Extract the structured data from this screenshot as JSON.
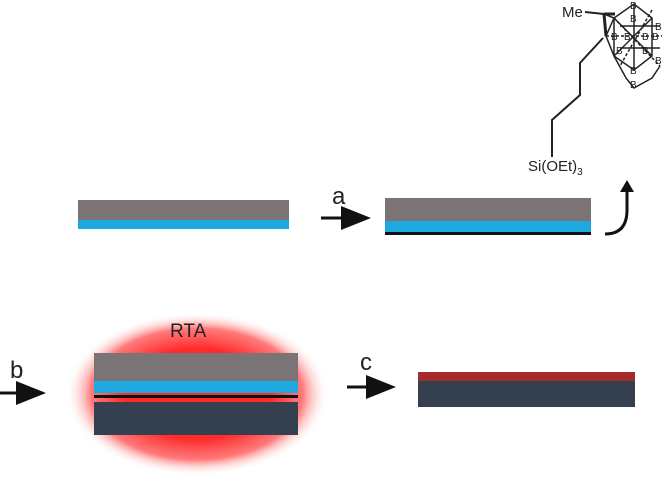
{
  "labels": {
    "step_a": "a",
    "step_b": "b",
    "step_c": "c",
    "rta": "RTA"
  },
  "molecule": {
    "methyl": "Me",
    "silane_prefix": "Si(OEt)",
    "silane_subscript": "3",
    "boron": "B"
  },
  "colors": {
    "grey_layer": "#7a7476",
    "blue_layer": "#1ea8e0",
    "dark_layer": "#344050",
    "red_layer": "#a52a2a",
    "line": "#111111",
    "rta_glow": "#ff2a2a"
  }
}
